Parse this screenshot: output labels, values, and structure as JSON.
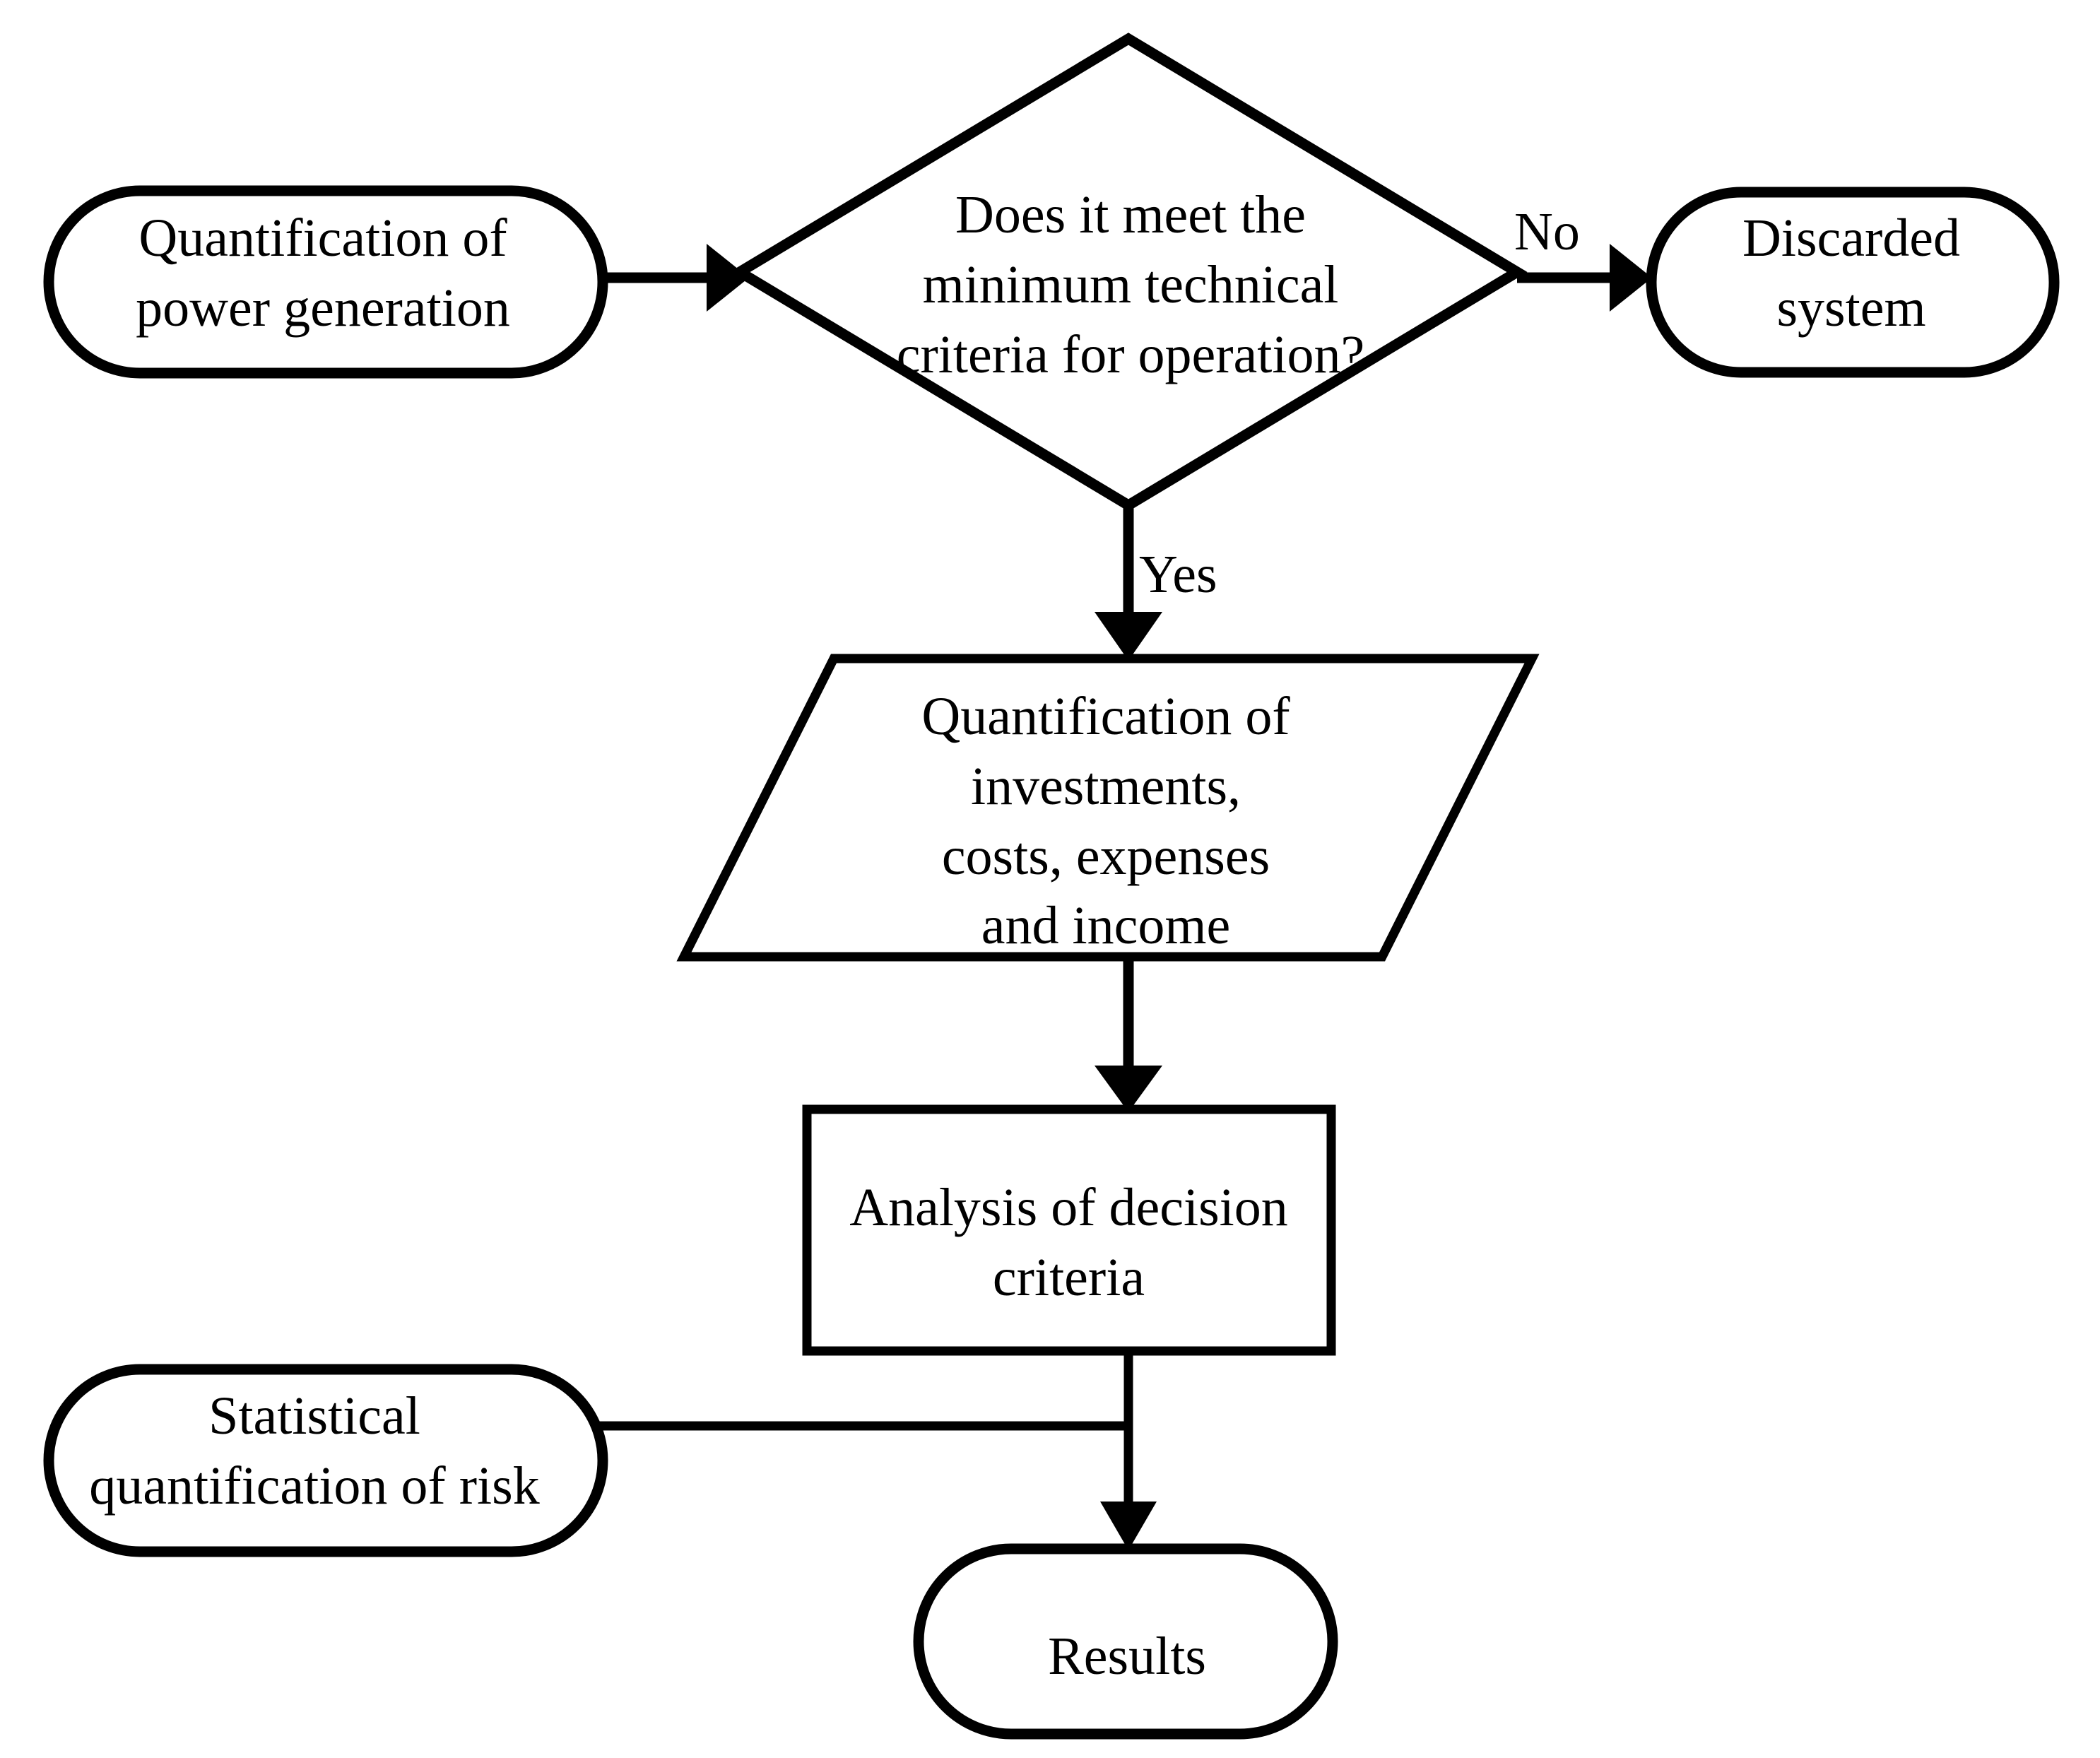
{
  "diagram": {
    "title": "Techno-economic feasibility assessment flowchart",
    "background_color": "#ffffff",
    "stroke_color": "#000000",
    "nodes": [
      {
        "id": "power-generation",
        "shape": "stadium",
        "label": "Quantification of\npower generation"
      },
      {
        "id": "decision-technical-criteria",
        "shape": "diamond",
        "label": "Does it meet the\nminimum technical\ncriteria for operation?"
      },
      {
        "id": "discarded-system",
        "shape": "stadium",
        "label": "Discarded\nsystem"
      },
      {
        "id": "quantification-costs",
        "shape": "parallelogram",
        "label": "Quantification of\ninvestments,\ncosts, expenses\nand income"
      },
      {
        "id": "analysis-decision-criteria",
        "shape": "rectangle",
        "label": "Analysis of decision\ncriteria"
      },
      {
        "id": "statistical-risk",
        "shape": "stadium",
        "label": "Statistical\nquantification of risk"
      },
      {
        "id": "results",
        "shape": "stadium",
        "label": "Results"
      }
    ],
    "edges": [
      {
        "id": "e1",
        "from": "power-generation",
        "to": "decision-technical-criteria",
        "label": "",
        "arrow": true
      },
      {
        "id": "e2",
        "from": "decision-technical-criteria",
        "to": "discarded-system",
        "label": "No",
        "arrow": true
      },
      {
        "id": "e3",
        "from": "decision-technical-criteria",
        "to": "quantification-costs",
        "label": "Yes",
        "arrow": true
      },
      {
        "id": "e4",
        "from": "quantification-costs",
        "to": "analysis-decision-criteria",
        "label": "",
        "arrow": true
      },
      {
        "id": "e5",
        "from": "analysis-decision-criteria",
        "to": "results",
        "label": "",
        "arrow": true
      },
      {
        "id": "e6",
        "from": "statistical-risk",
        "to": "e5",
        "label": "",
        "arrow": false
      }
    ]
  }
}
